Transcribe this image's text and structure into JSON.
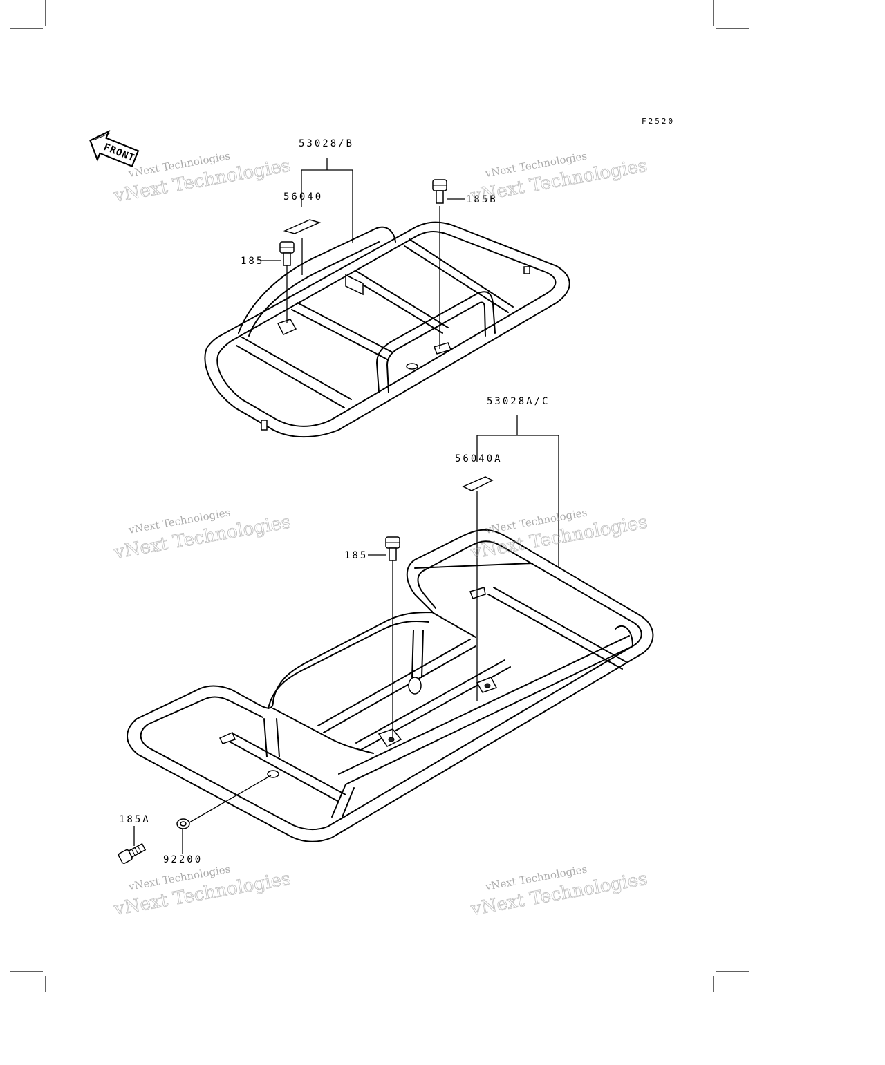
{
  "figure_code": "F2520",
  "front_arrow": {
    "text": "FRONT",
    "icon": "front-direction-arrow-icon"
  },
  "watermark": {
    "line1": "vNext Technologies",
    "line2": "vNext Technologies"
  },
  "upper_assembly": {
    "rack": "53028/B",
    "label": "56040",
    "bolt_left": "185",
    "bolt_right": "185B"
  },
  "lower_assembly": {
    "rack": "53028A/C",
    "label": "56040A",
    "bolt_top": "185",
    "bolt_side": "185A",
    "washer": "92200"
  },
  "colors": {
    "line": "#000000",
    "background": "#ffffff",
    "watermark": "#9a9a9a"
  }
}
